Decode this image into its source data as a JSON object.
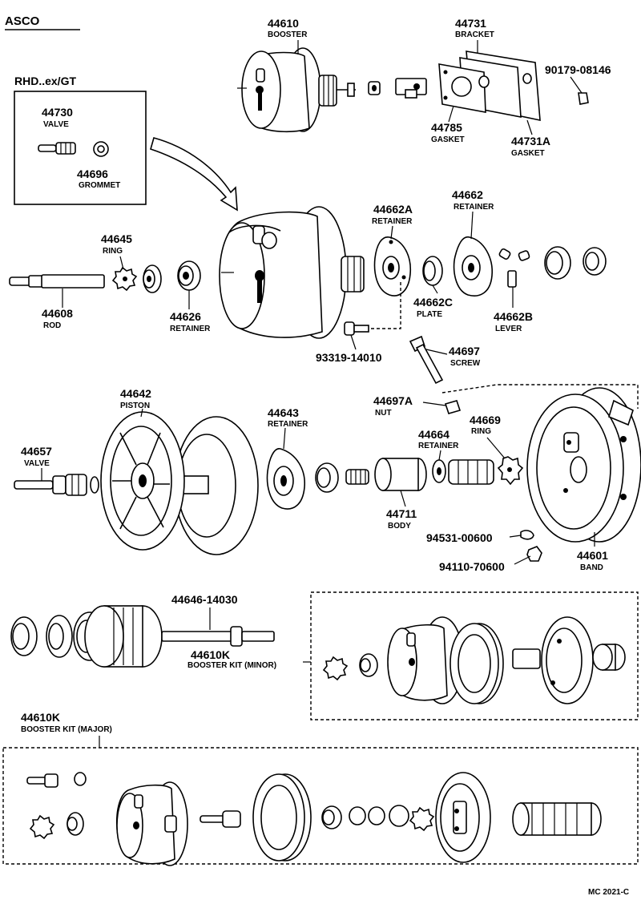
{
  "header": {
    "title": "ASCO"
  },
  "rhd_box": {
    "title": "RHD..ex/GT"
  },
  "footer": {
    "code": "MC 2021-C"
  },
  "callouts": [
    {
      "id": "c44610",
      "number": "44610",
      "name": "BOOSTER"
    },
    {
      "id": "c44731",
      "number": "44731",
      "name": "BRACKET"
    },
    {
      "id": "c90179",
      "number": "90179-08146",
      "name": ""
    },
    {
      "id": "c44785",
      "number": "44785",
      "name": "GASKET"
    },
    {
      "id": "c44731A",
      "number": "44731A",
      "name": "GASKET"
    },
    {
      "id": "c44730",
      "number": "44730",
      "name": "VALVE"
    },
    {
      "id": "c44696",
      "number": "44696",
      "name": "GROMMET"
    },
    {
      "id": "c44645",
      "number": "44645",
      "name": "RING"
    },
    {
      "id": "c44662A",
      "number": "44662A",
      "name": "RETAINER"
    },
    {
      "id": "c44662",
      "number": "44662",
      "name": "RETAINER"
    },
    {
      "id": "c44608",
      "number": "44608",
      "name": "ROD"
    },
    {
      "id": "c44626",
      "number": "44626",
      "name": "RETAINER"
    },
    {
      "id": "c44662C",
      "number": "44662C",
      "name": "PLATE"
    },
    {
      "id": "c44662B",
      "number": "44662B",
      "name": "LEVER"
    },
    {
      "id": "c93319",
      "number": "93319-14010",
      "name": ""
    },
    {
      "id": "c44697",
      "number": "44697",
      "name": "SCREW"
    },
    {
      "id": "c44642",
      "number": "44642",
      "name": "PISTON"
    },
    {
      "id": "c44643",
      "number": "44643",
      "name": "RETAINER"
    },
    {
      "id": "c44697A",
      "number": "44697A",
      "name": "NUT"
    },
    {
      "id": "c44664",
      "number": "44664",
      "name": "RETAINER"
    },
    {
      "id": "c44669",
      "number": "44669",
      "name": "RING"
    },
    {
      "id": "c44657",
      "number": "44657",
      "name": "VALVE"
    },
    {
      "id": "c44711",
      "number": "44711",
      "name": "BODY"
    },
    {
      "id": "c94531",
      "number": "94531-00600",
      "name": ""
    },
    {
      "id": "c44601",
      "number": "44601",
      "name": "BAND"
    },
    {
      "id": "c94110",
      "number": "94110-70600",
      "name": ""
    },
    {
      "id": "c44646",
      "number": "44646-14030",
      "name": ""
    },
    {
      "id": "c44610K_minor",
      "number": "44610K",
      "name": "BOOSTER KIT (MINOR)"
    },
    {
      "id": "c44610K_major",
      "number": "44610K",
      "name": "BOOSTER KIT (MAJOR)"
    }
  ]
}
